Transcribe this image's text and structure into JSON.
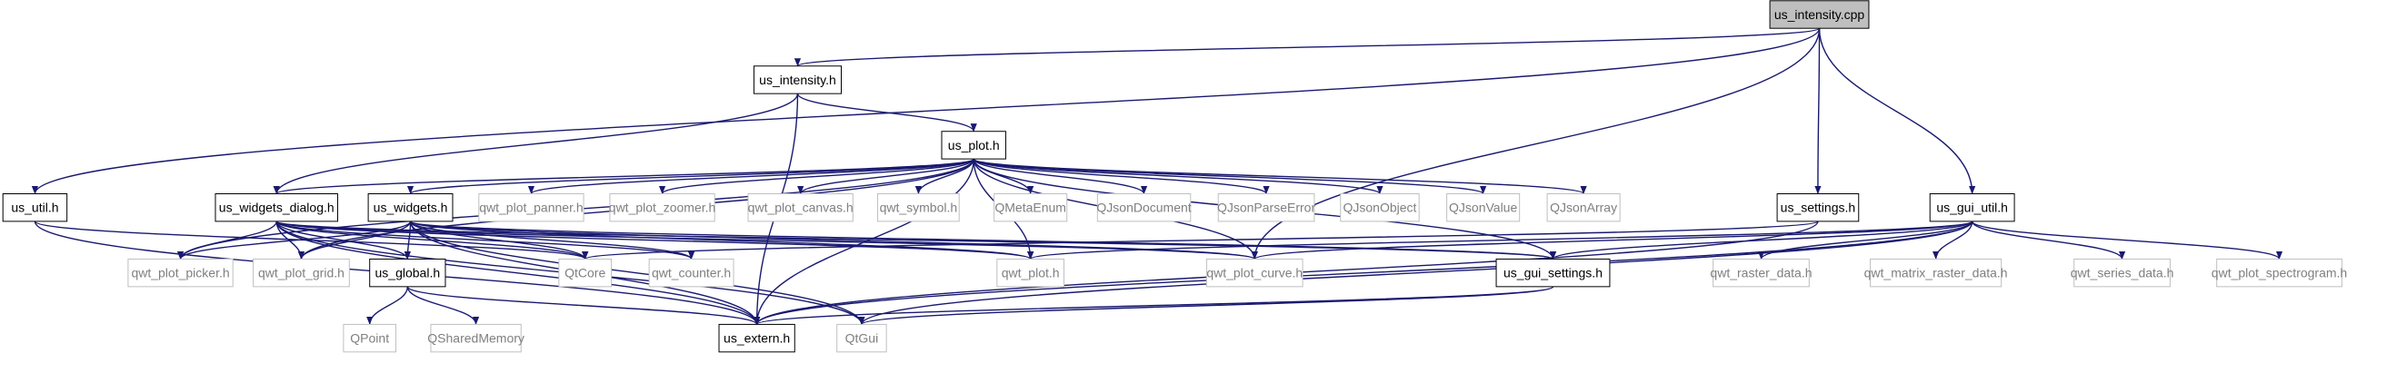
{
  "diagram": {
    "nodes": [
      {
        "id": "us_intensity_cpp",
        "label": "us_intensity.cpp",
        "kind": "root"
      },
      {
        "id": "us_intensity_h",
        "label": "us_intensity.h",
        "kind": "project"
      },
      {
        "id": "us_util_h",
        "label": "us_util.h",
        "kind": "project"
      },
      {
        "id": "us_plot_h",
        "label": "us_plot.h",
        "kind": "project"
      },
      {
        "id": "us_settings_h",
        "label": "us_settings.h",
        "kind": "project"
      },
      {
        "id": "us_gui_util_h",
        "label": "us_gui_util.h",
        "kind": "project"
      },
      {
        "id": "us_widgets_dialog_h",
        "label": "us_widgets_dialog.h",
        "kind": "project"
      },
      {
        "id": "us_widgets_h",
        "label": "us_widgets.h",
        "kind": "project"
      },
      {
        "id": "us_global_h",
        "label": "us_global.h",
        "kind": "project"
      },
      {
        "id": "us_gui_settings_h",
        "label": "us_gui_settings.h",
        "kind": "project"
      },
      {
        "id": "us_extern_h",
        "label": "us_extern.h",
        "kind": "project"
      },
      {
        "id": "qwt_plot_panner_h",
        "label": "qwt_plot_panner.h",
        "kind": "external"
      },
      {
        "id": "qwt_plot_zoomer_h",
        "label": "qwt_plot_zoomer.h",
        "kind": "external"
      },
      {
        "id": "qwt_plot_canvas_h",
        "label": "qwt_plot_canvas.h",
        "kind": "external"
      },
      {
        "id": "qwt_symbol_h",
        "label": "qwt_symbol.h",
        "kind": "external"
      },
      {
        "id": "QMetaEnum",
        "label": "QMetaEnum",
        "kind": "external"
      },
      {
        "id": "QJsonDocument",
        "label": "QJsonDocument",
        "kind": "external"
      },
      {
        "id": "QJsonParseError",
        "label": "QJsonParseError",
        "kind": "external"
      },
      {
        "id": "QJsonObject",
        "label": "QJsonObject",
        "kind": "external"
      },
      {
        "id": "QJsonValue",
        "label": "QJsonValue",
        "kind": "external"
      },
      {
        "id": "QJsonArray",
        "label": "QJsonArray",
        "kind": "external"
      },
      {
        "id": "qwt_plot_picker_h",
        "label": "qwt_plot_picker.h",
        "kind": "external"
      },
      {
        "id": "qwt_plot_grid_h",
        "label": "qwt_plot_grid.h",
        "kind": "external"
      },
      {
        "id": "QtCore",
        "label": "QtCore",
        "kind": "external"
      },
      {
        "id": "qwt_counter_h",
        "label": "qwt_counter.h",
        "kind": "external"
      },
      {
        "id": "qwt_plot_h",
        "label": "qwt_plot.h",
        "kind": "external"
      },
      {
        "id": "qwt_plot_curve_h",
        "label": "qwt_plot_curve.h",
        "kind": "external"
      },
      {
        "id": "qwt_raster_data_h",
        "label": "qwt_raster_data.h",
        "kind": "external"
      },
      {
        "id": "qwt_matrix_raster_data_h",
        "label": "qwt_matrix_raster_data.h",
        "kind": "external"
      },
      {
        "id": "qwt_series_data_h",
        "label": "qwt_series_data.h",
        "kind": "external"
      },
      {
        "id": "qwt_plot_spectrogram_h",
        "label": "qwt_plot_spectrogram.h",
        "kind": "external"
      },
      {
        "id": "QPoint",
        "label": "QPoint",
        "kind": "external"
      },
      {
        "id": "QSharedMemory",
        "label": "QSharedMemory",
        "kind": "external"
      },
      {
        "id": "QtGui",
        "label": "QtGui",
        "kind": "external"
      }
    ],
    "edges": [
      [
        "us_intensity_cpp",
        "us_intensity_h"
      ],
      [
        "us_intensity_cpp",
        "us_util_h"
      ],
      [
        "us_intensity_cpp",
        "us_settings_h"
      ],
      [
        "us_intensity_cpp",
        "us_gui_util_h"
      ],
      [
        "us_intensity_cpp",
        "qwt_plot_curve_h"
      ],
      [
        "us_intensity_h",
        "us_plot_h"
      ],
      [
        "us_intensity_h",
        "us_widgets_dialog_h"
      ],
      [
        "us_intensity_h",
        "us_extern_h"
      ],
      [
        "us_util_h",
        "QtCore"
      ],
      [
        "us_util_h",
        "us_extern_h"
      ],
      [
        "us_plot_h",
        "us_widgets_dialog_h"
      ],
      [
        "us_plot_h",
        "us_widgets_h"
      ],
      [
        "us_plot_h",
        "qwt_plot_panner_h"
      ],
      [
        "us_plot_h",
        "qwt_plot_zoomer_h"
      ],
      [
        "us_plot_h",
        "qwt_plot_canvas_h"
      ],
      [
        "us_plot_h",
        "qwt_symbol_h"
      ],
      [
        "us_plot_h",
        "QMetaEnum"
      ],
      [
        "us_plot_h",
        "QJsonDocument"
      ],
      [
        "us_plot_h",
        "QJsonParseError"
      ],
      [
        "us_plot_h",
        "QJsonObject"
      ],
      [
        "us_plot_h",
        "QJsonValue"
      ],
      [
        "us_plot_h",
        "QJsonArray"
      ],
      [
        "us_plot_h",
        "qwt_plot_picker_h"
      ],
      [
        "us_plot_h",
        "qwt_plot_grid_h"
      ],
      [
        "us_plot_h",
        "qwt_plot_h"
      ],
      [
        "us_plot_h",
        "qwt_plot_curve_h"
      ],
      [
        "us_plot_h",
        "us_gui_settings_h"
      ],
      [
        "us_plot_h",
        "us_extern_h"
      ],
      [
        "us_widgets_dialog_h",
        "qwt_plot_picker_h"
      ],
      [
        "us_widgets_dialog_h",
        "qwt_plot_grid_h"
      ],
      [
        "us_widgets_dialog_h",
        "us_global_h"
      ],
      [
        "us_widgets_dialog_h",
        "QtCore"
      ],
      [
        "us_widgets_dialog_h",
        "qwt_counter_h"
      ],
      [
        "us_widgets_dialog_h",
        "qwt_plot_h"
      ],
      [
        "us_widgets_dialog_h",
        "qwt_plot_curve_h"
      ],
      [
        "us_widgets_dialog_h",
        "us_gui_settings_h"
      ],
      [
        "us_widgets_dialog_h",
        "us_extern_h"
      ],
      [
        "us_widgets_dialog_h",
        "QtGui"
      ],
      [
        "us_widgets_h",
        "qwt_plot_picker_h"
      ],
      [
        "us_widgets_h",
        "qwt_plot_grid_h"
      ],
      [
        "us_widgets_h",
        "us_global_h"
      ],
      [
        "us_widgets_h",
        "QtCore"
      ],
      [
        "us_widgets_h",
        "qwt_counter_h"
      ],
      [
        "us_widgets_h",
        "qwt_plot_h"
      ],
      [
        "us_widgets_h",
        "qwt_plot_curve_h"
      ],
      [
        "us_widgets_h",
        "us_gui_settings_h"
      ],
      [
        "us_widgets_h",
        "us_extern_h"
      ],
      [
        "us_widgets_h",
        "QtGui"
      ],
      [
        "us_global_h",
        "QPoint"
      ],
      [
        "us_global_h",
        "QSharedMemory"
      ],
      [
        "us_global_h",
        "us_extern_h"
      ],
      [
        "us_settings_h",
        "QtCore"
      ],
      [
        "us_settings_h",
        "us_extern_h"
      ],
      [
        "us_gui_util_h",
        "qwt_plot_h"
      ],
      [
        "us_gui_util_h",
        "qwt_plot_curve_h"
      ],
      [
        "us_gui_util_h",
        "us_gui_settings_h"
      ],
      [
        "us_gui_util_h",
        "qwt_raster_data_h"
      ],
      [
        "us_gui_util_h",
        "qwt_matrix_raster_data_h"
      ],
      [
        "us_gui_util_h",
        "qwt_series_data_h"
      ],
      [
        "us_gui_util_h",
        "qwt_plot_spectrogram_h"
      ],
      [
        "us_gui_util_h",
        "us_extern_h"
      ],
      [
        "us_gui_util_h",
        "QtGui"
      ],
      [
        "us_gui_settings_h",
        "us_extern_h"
      ],
      [
        "us_gui_settings_h",
        "QtGui"
      ]
    ]
  },
  "colors": {
    "edge": "#191970",
    "root_fill": "#bfbfbf",
    "project_fill": "#ffffff",
    "project_stroke": "#000000",
    "external_fill": "#ffffff",
    "external_stroke": "#bfbfbf",
    "external_text": "#7f7f7f",
    "project_text": "#000000"
  }
}
